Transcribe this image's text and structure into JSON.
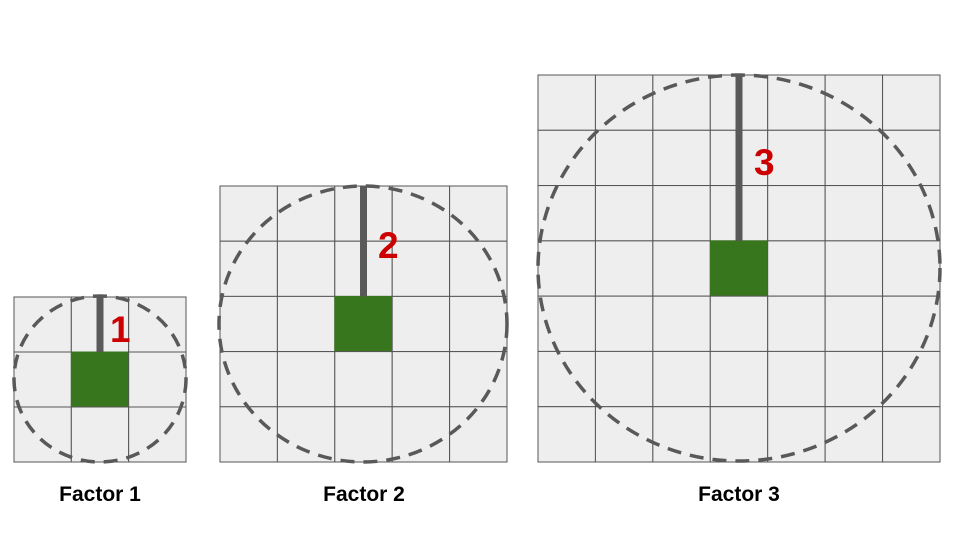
{
  "panels": [
    {
      "label": "Factor 1",
      "radius_label": "1",
      "grid_size": 3,
      "radius_cells": 1
    },
    {
      "label": "Factor 2",
      "radius_label": "2",
      "grid_size": 5,
      "radius_cells": 2
    },
    {
      "label": "Factor 3",
      "radius_label": "3",
      "grid_size": 7,
      "radius_cells": 3
    }
  ],
  "colors": {
    "cell_fill": "#eeeeee",
    "grid_line": "#555555",
    "center_cell": "#38761d",
    "radius_line": "#595959",
    "dashed_circle": "#595959",
    "radius_label": "#cc0000"
  }
}
